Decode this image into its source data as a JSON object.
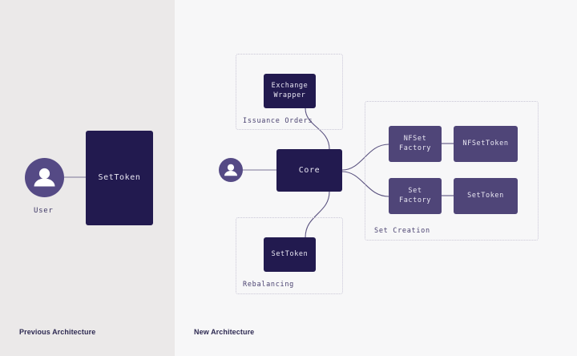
{
  "colors": {
    "panel_left_bg": "#ebe9e9",
    "panel_right_bg": "#f7f7f8",
    "node_dark": "#221a4f",
    "node_mid": "#4f4578",
    "avatar": "#554a85",
    "edge": "#5b5380",
    "group_border": "#c9c6d6",
    "caption_text": "#2e2a52"
  },
  "captions": {
    "previous": "Previous Architecture",
    "new": "New Architecture"
  },
  "previous_architecture": {
    "user_label": "User",
    "avatar_icon": "user-avatar-icon",
    "settoken_label": "SetToken"
  },
  "new_architecture": {
    "avatar_icon": "user-avatar-icon",
    "core_label": "Core",
    "groups": [
      {
        "id": "issuance-orders",
        "label": "Issuance Orders"
      },
      {
        "id": "rebalancing",
        "label": "Rebalancing"
      },
      {
        "id": "set-creation",
        "label": "Set Creation"
      }
    ],
    "nodes": [
      {
        "id": "exchange-wrapper",
        "label": "Exchange\nWrapper"
      },
      {
        "id": "rebalancing-settoken",
        "label": "SetToken"
      },
      {
        "id": "nfset-factory",
        "label": "NFSet\nFactory"
      },
      {
        "id": "nfsettoken",
        "label": "NFSetToken"
      },
      {
        "id": "set-factory",
        "label": "Set\nFactory"
      },
      {
        "id": "settoken",
        "label": "SetToken"
      }
    ]
  }
}
